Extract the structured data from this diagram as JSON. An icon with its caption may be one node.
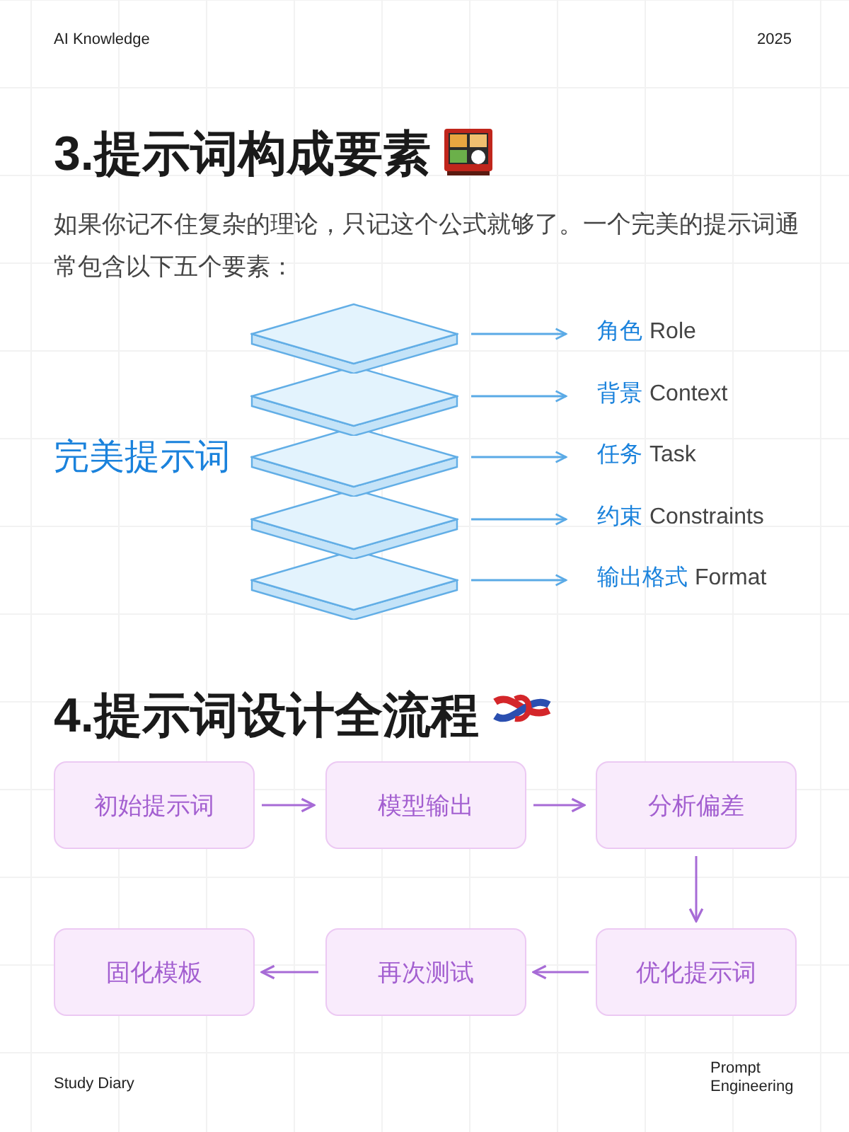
{
  "diagram": {
    "nodes": [
      {
        "text": [],
        "shape": "box"
      },
      {
        "text": [],
        "shape": "box"
      },
      {
        "text": [],
        "shape": "box"
      },
      {
        "text": [],
        "shape": "box"
      },
      {
        "text": [],
        "shape": "box"
      },
      {
        "text": [
          "角色",
          "Role"
        ]
      },
      {
        "text": [
          "背景",
          "Context"
        ]
      },
      {
        "text": [
          "任务",
          "Task"
        ]
      },
      {
        "text": [
          "约束",
          "Constraints"
        ]
      },
      {
        "text": [
          "输出格式",
          "Format"
        ]
      },
      {
        "text": [
          "初始提示词"
        ]
      },
      {
        "text": [
          "模型输出"
        ]
      },
      {
        "text": [
          "分析偏差"
        ]
      },
      {
        "text": [
          "固化模板"
        ]
      },
      {
        "text": [
          "再次测试"
        ]
      },
      {
        "text": [
          "优化提示词"
        ]
      }
    ],
    "edges": [
      {
        "from": 0,
        "to": 5,
        "arrow": "to"
      },
      {
        "from": 1,
        "to": 6,
        "arrow": "to"
      },
      {
        "from": 2,
        "to": 7,
        "arrow": "to"
      },
      {
        "from": 3,
        "to": 8,
        "arrow": "to"
      },
      {
        "from": 4,
        "to": 9,
        "arrow": "to"
      },
      {
        "from": 10,
        "to": 11,
        "arrow": "to"
      },
      {
        "from": 11,
        "to": 12,
        "arrow": "to"
      },
      {
        "from": 12,
        "to": 15,
        "arrow": "to"
      },
      {
        "from": 15,
        "to": 14,
        "arrow": "to"
      },
      {
        "from": 14,
        "to": 13,
        "arrow": "to"
      }
    ],
    "labels": [
      "AI Knowledge",
      "2025",
      "3.提示词构成要素",
      "如果你记不住复杂的理论，只记这个公式就够了。一个完美的提示词通常包含以下五个要素：",
      "完美提示词",
      "4.提示词设计全流程",
      "Study Diary",
      "Prompt Engineering"
    ]
  }
}
